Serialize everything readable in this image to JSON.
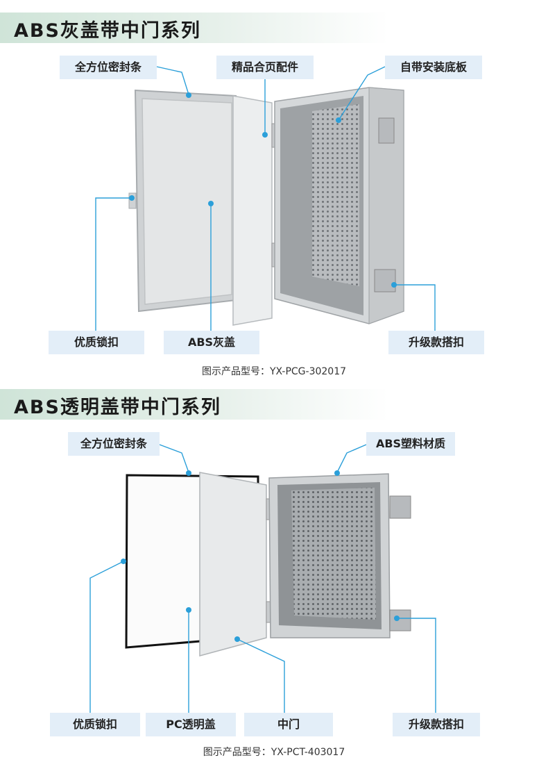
{
  "section1": {
    "title": "ABS灰盖带中门系列",
    "labels": {
      "seal": "全方位密封条",
      "hinge": "精品合页配件",
      "plate": "自带安装底板",
      "lock": "优质锁扣",
      "cover": "ABS灰盖",
      "buckle": "升级款搭扣"
    },
    "caption": "图示产品型号：YX-PCG-302017"
  },
  "section2": {
    "title": "ABS透明盖带中门系列",
    "labels": {
      "seal": "全方位密封条",
      "material": "ABS塑料材质",
      "lock": "优质锁扣",
      "cover": "PC透明盖",
      "door": "中门",
      "buckle": "升级款搭扣"
    },
    "caption": "图示产品型号：YX-PCT-403017"
  },
  "colors": {
    "accent": "#2b9fd9",
    "label_bg": "#e3eef8",
    "banner": "#cfe4d8"
  }
}
